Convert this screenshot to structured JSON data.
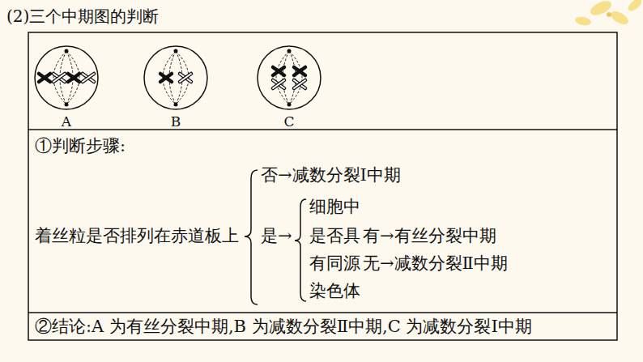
{
  "diagram": {
    "title": "(2)三个中期图的判断",
    "nodes": [
      {
        "text": [
          "A"
        ]
      },
      {
        "text": [
          "B"
        ]
      },
      {
        "text": [
          "C"
        ]
      }
    ],
    "labels": [
      "①判断步骤:",
      "否→减数分裂Ⅰ中期",
      "着丝粒是否排列在赤道板上",
      "是→",
      "细胞中",
      "是否具",
      "有→有丝分裂中期",
      "有同源",
      "无→减数分裂Ⅱ中期",
      "染色体",
      "②结论:A 为有丝分裂中期,B 为减数分裂Ⅱ中期,C 为减数分裂Ⅰ中期"
    ]
  }
}
